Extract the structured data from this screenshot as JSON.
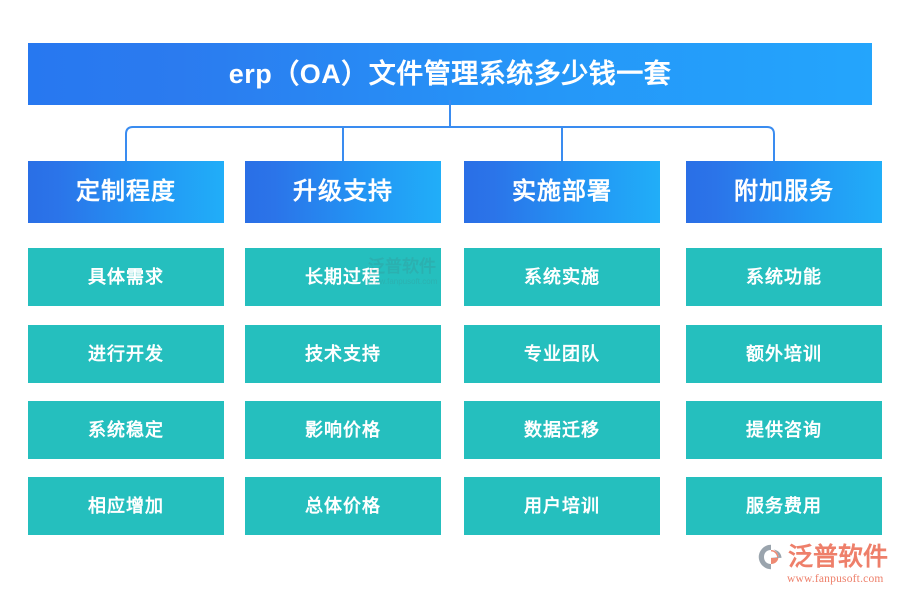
{
  "title": {
    "text": "erp（OA）文件管理系统多少钱一套"
  },
  "colors": {
    "title_gradient_start": "#2778F0",
    "title_gradient_end": "#24A5FC",
    "header_gradient_start": "#2A6FE6",
    "header_gradient_end": "#21AEF8",
    "item_fill": "#25BFBE",
    "connector_line": "#3A8CF0",
    "logo_accent": "#EE7F6A",
    "logo_mark": "#9AA4AD",
    "text_on_fill": "#FFFFFF"
  },
  "columns": [
    {
      "header": "定制程度",
      "items": [
        "具体需求",
        "进行开发",
        "系统稳定",
        "相应增加"
      ]
    },
    {
      "header": "升级支持",
      "items": [
        "长期过程",
        "技术支持",
        "影响价格",
        "总体价格"
      ]
    },
    {
      "header": "实施部署",
      "items": [
        "系统实施",
        "专业团队",
        "数据迁移",
        "用户培训"
      ]
    },
    {
      "header": "附加服务",
      "items": [
        "系统功能",
        "额外培训",
        "提供咨询",
        "服务费用"
      ]
    }
  ],
  "watermark": {
    "name": "泛普软件",
    "url": "www.fanpusoft.com"
  },
  "logo": {
    "name": "泛普软件",
    "url": "www.fanpusoft.com",
    "mark": "fanpu-swoosh-icon"
  }
}
